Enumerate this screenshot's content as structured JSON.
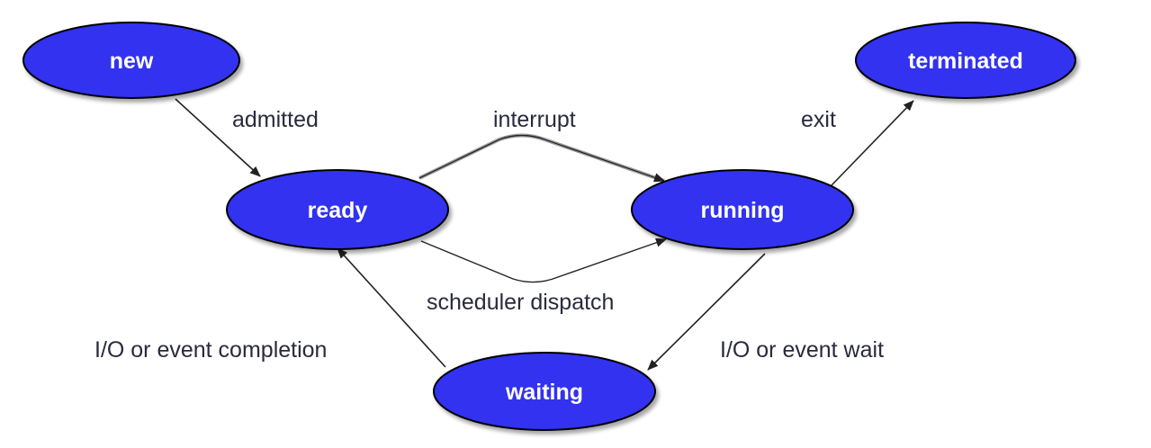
{
  "diagram": {
    "states": [
      {
        "id": "new",
        "label": "new"
      },
      {
        "id": "ready",
        "label": "ready"
      },
      {
        "id": "running",
        "label": "running"
      },
      {
        "id": "terminated",
        "label": "terminated"
      },
      {
        "id": "waiting",
        "label": "waiting"
      }
    ],
    "transitions": [
      {
        "from": "new",
        "to": "ready",
        "label": "admitted"
      },
      {
        "from": "ready",
        "to": "running",
        "label": "interrupt"
      },
      {
        "from": "ready",
        "to": "running",
        "label": "scheduler dispatch"
      },
      {
        "from": "running",
        "to": "terminated",
        "label": "exit"
      },
      {
        "from": "running",
        "to": "waiting",
        "label": "I/O or event wait"
      },
      {
        "from": "waiting",
        "to": "ready",
        "label": "I/O or event completion"
      }
    ],
    "colors": {
      "state_fill": "#3333f0",
      "state_outline": "#000000",
      "state_text": "#ffffff",
      "edge": "#222222",
      "edge_label": "#2a2a3e"
    }
  }
}
